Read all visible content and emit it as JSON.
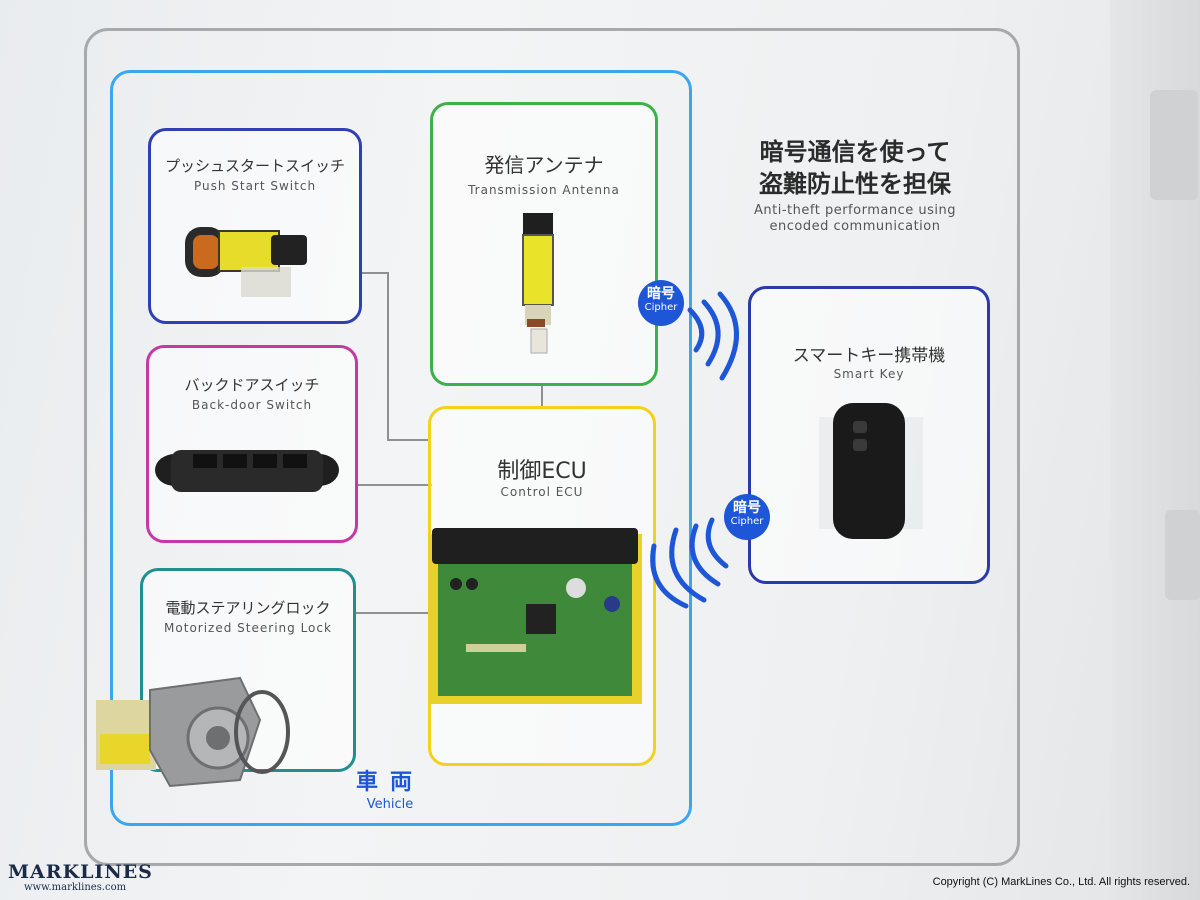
{
  "headline": {
    "jp_line1": "暗号通信を使って",
    "jp_line2": "盗難防止性を担保",
    "en_line1": "Anti-theft performance using",
    "en_line2": "encoded communication"
  },
  "cards": {
    "push_start": {
      "jp": "プッシュスタートスイッチ",
      "en": "Push Start Switch",
      "color": "#2f3fb5"
    },
    "antenna": {
      "jp": "発信アンテナ",
      "en": "Transmission Antenna",
      "color": "#3cb14a"
    },
    "backdoor": {
      "jp": "バックドアスイッチ",
      "en": "Back-door Switch",
      "color": "#c637a8"
    },
    "ecu": {
      "jp": "制御ECU",
      "en": "Control ECU",
      "color": "#f2d21b"
    },
    "steering": {
      "jp": "電動ステアリングロック",
      "en": "Motorized Steering Lock",
      "color": "#1f8f8f"
    },
    "smart_key": {
      "jp": "スマートキー携帯機",
      "en": "Smart Key",
      "color": "#2a3aa8"
    }
  },
  "cipher_badge": {
    "jp": "暗号",
    "en": "Cipher",
    "color": "#1e56d8"
  },
  "vehicle": {
    "jp": "車両",
    "en": "Vehicle",
    "color": "#3aa6ee"
  },
  "watermark": {
    "logo": "MarkLines",
    "url": "www.marklines.com"
  },
  "copyright": "Copyright (C) MarkLines Co., Ltd. All rights reserved."
}
